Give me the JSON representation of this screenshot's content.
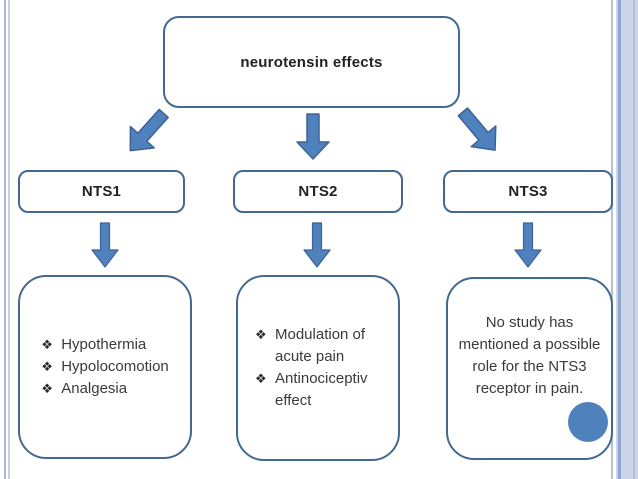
{
  "diagram": {
    "root_label": "neurotensin effects",
    "bullet_char": "❖",
    "nodes": [
      {
        "label": "NTS1",
        "effects": [
          "Hypothermia",
          "Hypolocomotion",
          "Analgesia"
        ]
      },
      {
        "label": "NTS2",
        "effects": [
          "Modulation of acute pain",
          "Antinociceptiv effect"
        ]
      },
      {
        "label": "NTS3",
        "note": "No study has mentioned a possible role for the NTS3 receptor in pain."
      }
    ],
    "colors": {
      "accent": "#4f81bd",
      "box_border": "#44698e",
      "stripe_light": "#ccd6e8",
      "stripe_dark": "#8fa7cd"
    }
  }
}
